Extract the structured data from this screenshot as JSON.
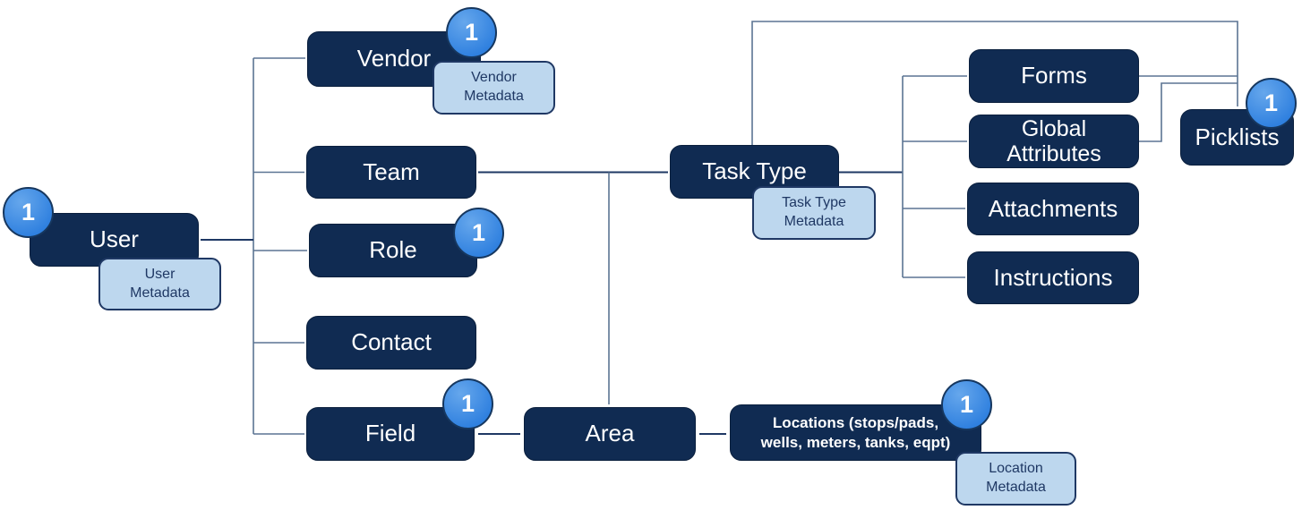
{
  "diagram_type": "entity-relationship-diagram",
  "badge_label": "1",
  "nodes": {
    "user": {
      "label": "User"
    },
    "vendor": {
      "label": "Vendor"
    },
    "team": {
      "label": "Team"
    },
    "role": {
      "label": "Role"
    },
    "contact": {
      "label": "Contact"
    },
    "field": {
      "label": "Field"
    },
    "task_type": {
      "label": "Task Type"
    },
    "area": {
      "label": "Area"
    },
    "locations": {
      "label": "Locations (stops/pads, wells, meters, tanks, eqpt)",
      "line1": "Locations (stops/pads,",
      "line2": "wells, meters, tanks, eqpt)"
    },
    "forms": {
      "label": "Forms"
    },
    "global_attributes": {
      "label": "Global Attributes"
    },
    "attachments": {
      "label": "Attachments"
    },
    "instructions": {
      "label": "Instructions"
    },
    "picklists": {
      "label": "Picklists"
    }
  },
  "metadata_nodes": {
    "user": {
      "label": "User Metadata"
    },
    "vendor": {
      "label": "Vendor Metadata"
    },
    "task_type": {
      "label": "Task Type Metadata"
    },
    "location": {
      "label": "Location Metadata"
    }
  },
  "badges_on": [
    "user",
    "vendor",
    "role",
    "field",
    "picklists",
    "locations"
  ],
  "edges": [
    {
      "from": "hub-trunk",
      "to": "user",
      "arrow": "into-user"
    },
    {
      "from": "hub-trunk",
      "to": "vendor",
      "arrow": "into-vendor"
    },
    {
      "from": "hub-trunk",
      "to": "team",
      "arrow": "into-team"
    },
    {
      "from": "hub-trunk",
      "to": "role",
      "arrow": "into-role"
    },
    {
      "from": "hub-trunk",
      "to": "contact",
      "arrow": "into-contact"
    },
    {
      "from": "hub-trunk",
      "to": "field",
      "arrow": "into-field"
    },
    {
      "from": "team",
      "to": "task_type",
      "arrow": "both"
    },
    {
      "from": "task_type",
      "to": "area",
      "arrow": "into-area"
    },
    {
      "from": "task_type",
      "to": "forms",
      "arrow": "into-forms"
    },
    {
      "from": "task_type",
      "to": "global_attributes",
      "arrow": "into-global-attributes"
    },
    {
      "from": "task_type",
      "to": "attachments",
      "arrow": "into-attachments"
    },
    {
      "from": "task_type",
      "to": "instructions",
      "arrow": "into-instructions"
    },
    {
      "from": "task_type",
      "to": "picklists",
      "arrow": "into-picklists"
    },
    {
      "from": "forms",
      "to": "picklists",
      "arrow": "into-picklists"
    },
    {
      "from": "global_attributes",
      "to": "picklists",
      "arrow": "into-picklists"
    },
    {
      "from": "field",
      "to": "area",
      "arrow": "both"
    },
    {
      "from": "area",
      "to": "locations",
      "arrow": "both"
    }
  ],
  "colors": {
    "node_fill": "#102B52",
    "node_border": "#0A1F3D",
    "meta_fill": "#BDD7EE",
    "meta_border": "#1F3864",
    "meta_text": "#1F3864",
    "badge_fill": "#2F80DF",
    "badge_highlight": "#66A7EC",
    "badge_border": "#16375F",
    "line": "#5B7493",
    "line_dark": "#1F3864",
    "node_text": "#FFFFFF"
  }
}
